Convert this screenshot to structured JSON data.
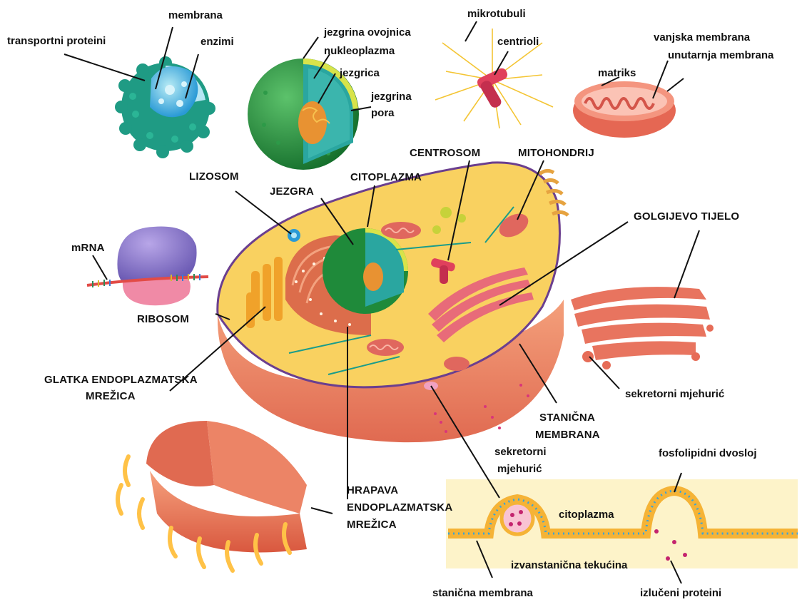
{
  "labels": {
    "membrana": "membrana",
    "transportni_proteini": "transportni proteini",
    "enzimi": "enzimi",
    "jezgrina_ovojnica": "jezgrina ovojnica",
    "nukleoplazma": "nukleoplazma",
    "jezgrica": "jezgrica",
    "jezgrina_pora_1": "jezgrina",
    "jezgrina_pora_2": "pora",
    "mikrotubuli": "mikrotubuli",
    "centrioli": "centrioli",
    "vanjska_membrana": "vanjska membrana",
    "unutarnja_membrana": "unutarnja membrana",
    "matriks": "matriks",
    "centrosom": "CENTROSOM",
    "mitohondrij": "MITOHONDRIJ",
    "lizosom": "LIZOSOM",
    "jezgra": "JEZGRA",
    "citoplazma_caps": "CITOPLAZMA",
    "golgijevo_tijelo": "GOLGIJEVO TIJELO",
    "mrna": "mRNA",
    "ribosom": "RIBOSOM",
    "glatka_er_1": "GLATKA ENDOPLAZMATSKA",
    "glatka_er_2": "MREŽICA",
    "stanicna_membrana_caps_1": "STANIČNA",
    "stanicna_membrana_caps_2": "MEMBRANA",
    "sekretorni_mjehuric_right": "sekretorni mjehurić",
    "sekretorni_1": "sekretorni",
    "sekretorni_2": "mjehurić",
    "fosfolipidni_dvosloj": "fosfolipidni dvosloj",
    "hrapava_er_1": "HRAPAVA",
    "hrapava_er_2": "ENDOPLAZMATSKA",
    "hrapava_er_3": "MREŽICA",
    "citoplazma_lower": "citoplazma",
    "izvanstanicna_tekucina": "izvanstanična tekućina",
    "stanicna_membrana_lower": "stanična membrana",
    "izluceni_proteini": "izlučeni proteini"
  },
  "colors": {
    "cytoplasm": "#f9d160",
    "cell_membrane": "#6b3f8f",
    "cell_wall_outer": "#eb8063",
    "nucleus_envelope": "#1f8a3a",
    "nucleoplasm": "#2aa7a0",
    "nucleolus": "#e7962f",
    "lysosome": "#2a9ad6",
    "mitochondrion": "#e0675e",
    "golgi": "#e86b79",
    "rough_er": "#dc6d4b",
    "smooth_er": "#f1a63a",
    "ribosome_top": "#8d6bc4",
    "ribosome_bottom": "#f08aa6",
    "microtubule": "#1a9c8a"
  },
  "icons": [
    "lysosome-illustration",
    "nucleus-illustration",
    "centriole-illustration",
    "mitochondrion-illustration",
    "ribosome-illustration",
    "golgi-illustration",
    "rough-er-illustration",
    "secretory-membrane-illustration",
    "animal-cell-illustration"
  ]
}
